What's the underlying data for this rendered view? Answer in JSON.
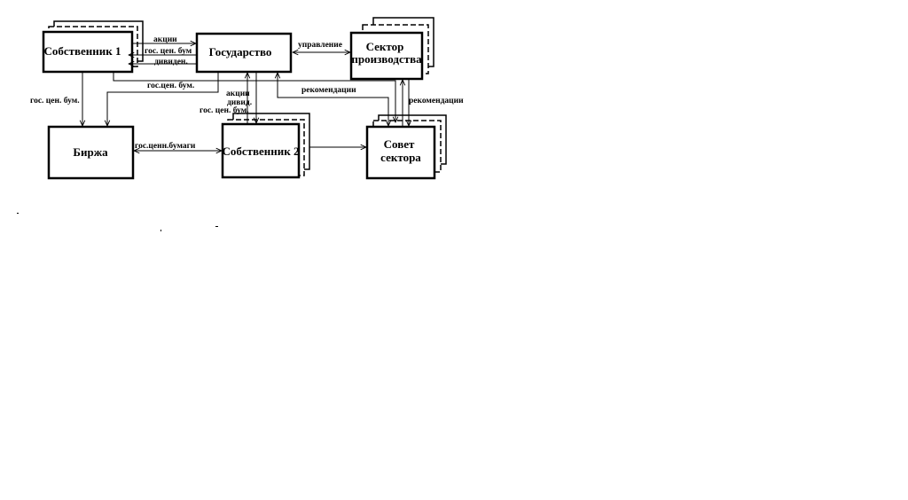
{
  "diagram": {
    "nodes": {
      "owner1": "Собственник 1",
      "state": "Государство",
      "sector_line1": "Сектор",
      "sector_line2": "производства",
      "exchange": "Биржа",
      "owner2": "Собственник 2",
      "council_line1": "Совет",
      "council_line2": "сектора"
    },
    "edges": {
      "shares_top": "акции",
      "gov_securities_top": "гос. цен. бум",
      "dividends_top": "дивиден.",
      "management": "управление",
      "gov_securities_left": "гос. цен. бум.",
      "gov_securities_mid": "гос.цен. бум.",
      "shares_mid": "акции",
      "dividends_mid": "дивид.",
      "gov_securities_mid2": "гос. цен. бум.",
      "recommendations_1": "рекомендации",
      "recommendations_2": "рекомендации",
      "gov_securities_exchange": "гос.ценн.бумаги"
    }
  }
}
